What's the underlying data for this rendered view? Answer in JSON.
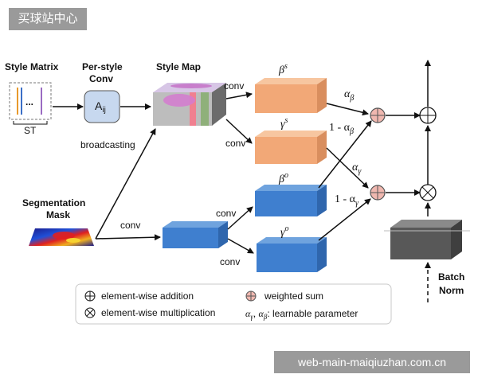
{
  "watermark": {
    "top_left": "买球站中心",
    "bottom_right": "web-main-maiqiuzhan.com.cn"
  },
  "inputs": {
    "style_matrix": "Style Matrix",
    "st": "ST",
    "dots": "...",
    "per_style_conv": [
      "Per-style",
      "Conv"
    ],
    "aij": "A",
    "aij_sub": "ij",
    "broadcasting": "broadcasting",
    "style_map": "Style Map",
    "segmentation_mask": [
      "Segmentation",
      "Mask"
    ],
    "batch_norm": [
      "Batch",
      "Norm"
    ]
  },
  "edges": {
    "conv": "conv"
  },
  "params": {
    "beta_s": "β",
    "beta_s_sup": "s",
    "gamma_s": "γ",
    "gamma_s_sup": "s",
    "beta_o": "β",
    "beta_o_sup": "o",
    "gamma_o": "γ",
    "gamma_o_sup": "o",
    "alpha_beta": "α",
    "alpha_beta_sub": "β",
    "one_minus_alpha_beta": "1 - α",
    "one_minus_alpha_beta_sub": "β",
    "alpha_gamma": "α",
    "alpha_gamma_sub": "γ",
    "one_minus_alpha_gamma": "1 - α",
    "one_minus_alpha_gamma_sub": "γ"
  },
  "legend": {
    "addition": "element-wise addition",
    "multiplication": "element-wise multiplication",
    "weighted_sum": "weighted sum",
    "params_prefix_a": "α",
    "params_prefix_a_sub": "γ",
    "params_comma": ", ",
    "params_prefix_b": "α",
    "params_prefix_b_sub": "β",
    "params_text": ":  learnable parameter"
  },
  "colors": {
    "orange_top": "#f7c6a0",
    "orange_front": "#f2a877",
    "orange_side": "#d98e5e",
    "blue_top": "#6fa3de",
    "blue_front": "#3f7fcf",
    "blue_side": "#2f66ad",
    "gray_top": "#8a8a8a",
    "gray_front": "#585858",
    "gray_side": "#3f3f3f",
    "weighted_sum": "#f0b8b0"
  }
}
